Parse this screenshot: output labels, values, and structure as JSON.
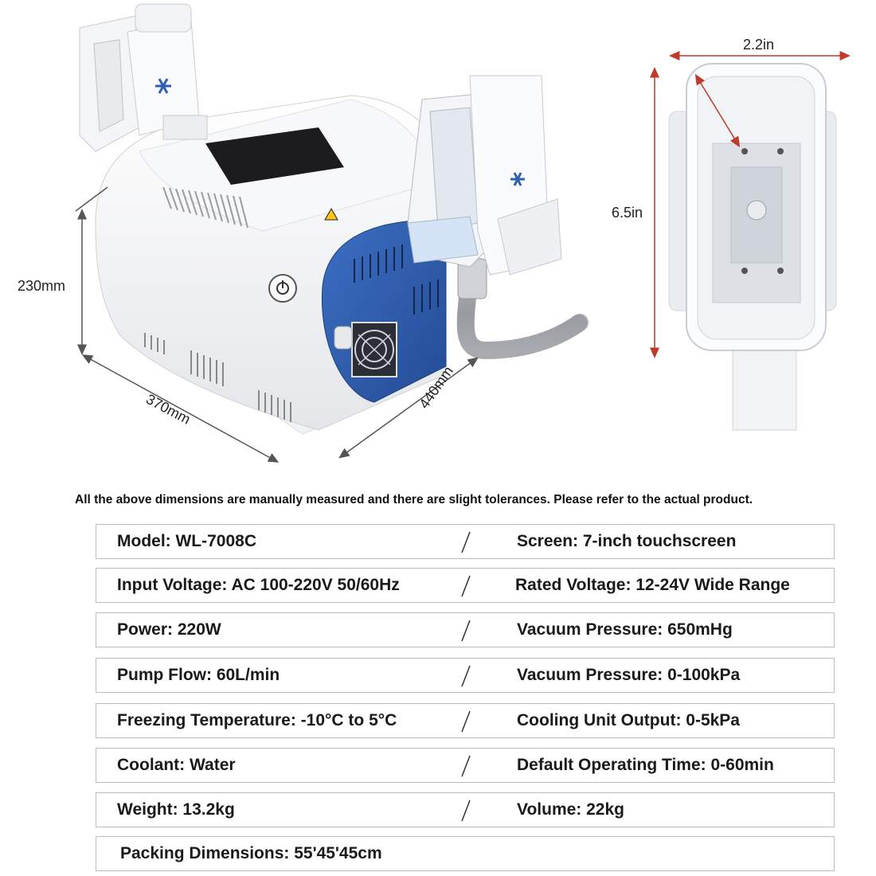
{
  "dimensions": {
    "height_label": "230mm",
    "width_label": "370mm",
    "depth_label": "440mm",
    "applicator_width_label": "2.2in",
    "applicator_height_label": "6.5in"
  },
  "disclaimer": "All the above dimensions are manually measured and there are slight tolerances. Please refer to the actual product.",
  "specs": [
    {
      "left": "Model: WL-7008C",
      "right": "Screen: 7-inch touchscreen"
    },
    {
      "left": "Input Voltage: AC 100-220V 50/60Hz",
      "right": "Rated Voltage: 12-24V Wide Range"
    },
    {
      "left": "Power: 220W",
      "right": "Vacuum Pressure: 650mHg"
    },
    {
      "left": "Pump Flow: 60L/min",
      "right": "Vacuum Pressure: 0-100kPa"
    },
    {
      "left": "Freezing Temperature: -10°C to 5°C",
      "right": "Cooling Unit Output: 0-5kPa"
    },
    {
      "left": "Coolant: Water",
      "right": "Default Operating Time: 0-60min"
    },
    {
      "left": "Weight: 13.2kg",
      "right": "Volume: 22kg"
    },
    {
      "left": "Packing Dimensions: 55'45'45cm",
      "right": ""
    }
  ],
  "colors": {
    "accent_blue": "#2f5fb3",
    "dimension_red": "#c0392b",
    "border_gray": "#bdbdbd"
  }
}
